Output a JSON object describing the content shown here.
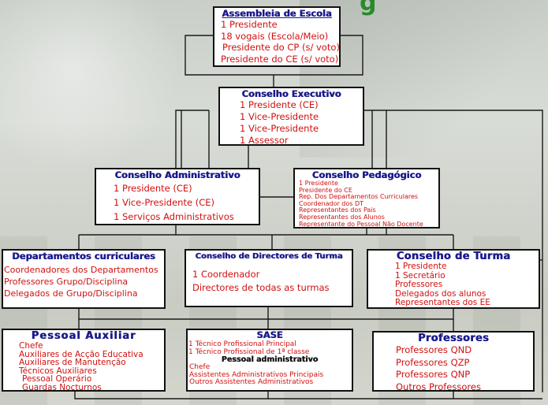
{
  "title_fragment": "g",
  "colors": {
    "title_blue": "#1a1a8c",
    "item_red": "#d01010",
    "title_green": "#2a8a2a"
  },
  "assembleia": {
    "title": "Assembleia de Escola",
    "items": [
      "1 Presidente",
      "18 vogais (Escola/Meio)",
      "Presidente do CP (s/ voto)",
      "Presidente do CE (s/ voto)"
    ]
  },
  "executivo": {
    "title": "Conselho Executivo",
    "items": [
      "1 Presidente (CE)",
      "1 Vice-Presidente",
      "1 Vice-Presidente",
      "1 Assessor"
    ]
  },
  "administrativo": {
    "title": "Conselho Administrativo",
    "items": [
      "1 Presidente (CE)",
      "1 Vice-Presidente (CE)",
      "1 Serviços Administrativos"
    ]
  },
  "pedagogico": {
    "title": "Conselho Pedagógico",
    "items": [
      "1 Presidente",
      "Presidente do CE",
      "Rep. Dos Departamentos Curriculares",
      "Coordenador dos DT",
      "Representantes dos Pais",
      "Representantes dos Alunos",
      "Representante do Pessoal Não Docente"
    ]
  },
  "departamentos": {
    "title": "Departamentos curriculares",
    "items": [
      "Coordenadores dos Departamentos",
      "Professores Grupo/Disciplina",
      "Delegados de Grupo/Disciplina"
    ]
  },
  "directores": {
    "title": "Conselho de Directores de Turma",
    "items": [
      "1 Coordenador",
      "Directores de todas as turmas"
    ]
  },
  "turma": {
    "title": "Conselho de Turma",
    "items": [
      "1 Presidente",
      "1 Secretário",
      "Professores",
      "Delegados dos alunos",
      "Representantes dos EE"
    ]
  },
  "auxiliar": {
    "title": "Pessoal Auxiliar",
    "items": [
      "Chefe",
      "Auxiliares de Acção Educativa",
      "Auxiliares de Manutenção",
      "Técnicos Auxiliares",
      "Pessoal Operário",
      "Guardas Nocturnos"
    ]
  },
  "sase": {
    "title": "SASE",
    "items_top": [
      "1 Técnico Profissional Principal",
      "1 Técnico Profissional de 1ª classe"
    ],
    "subtitle": "Pessoal administrativo",
    "items_bottom": [
      "Chefe",
      "Assistentes Administrativos Principais",
      "Outros Assistentes Administrativos"
    ]
  },
  "professores": {
    "title": "Professores",
    "items": [
      "Professores QND",
      "Professores QZP",
      "Professores QNP",
      "Outros Professores"
    ]
  }
}
